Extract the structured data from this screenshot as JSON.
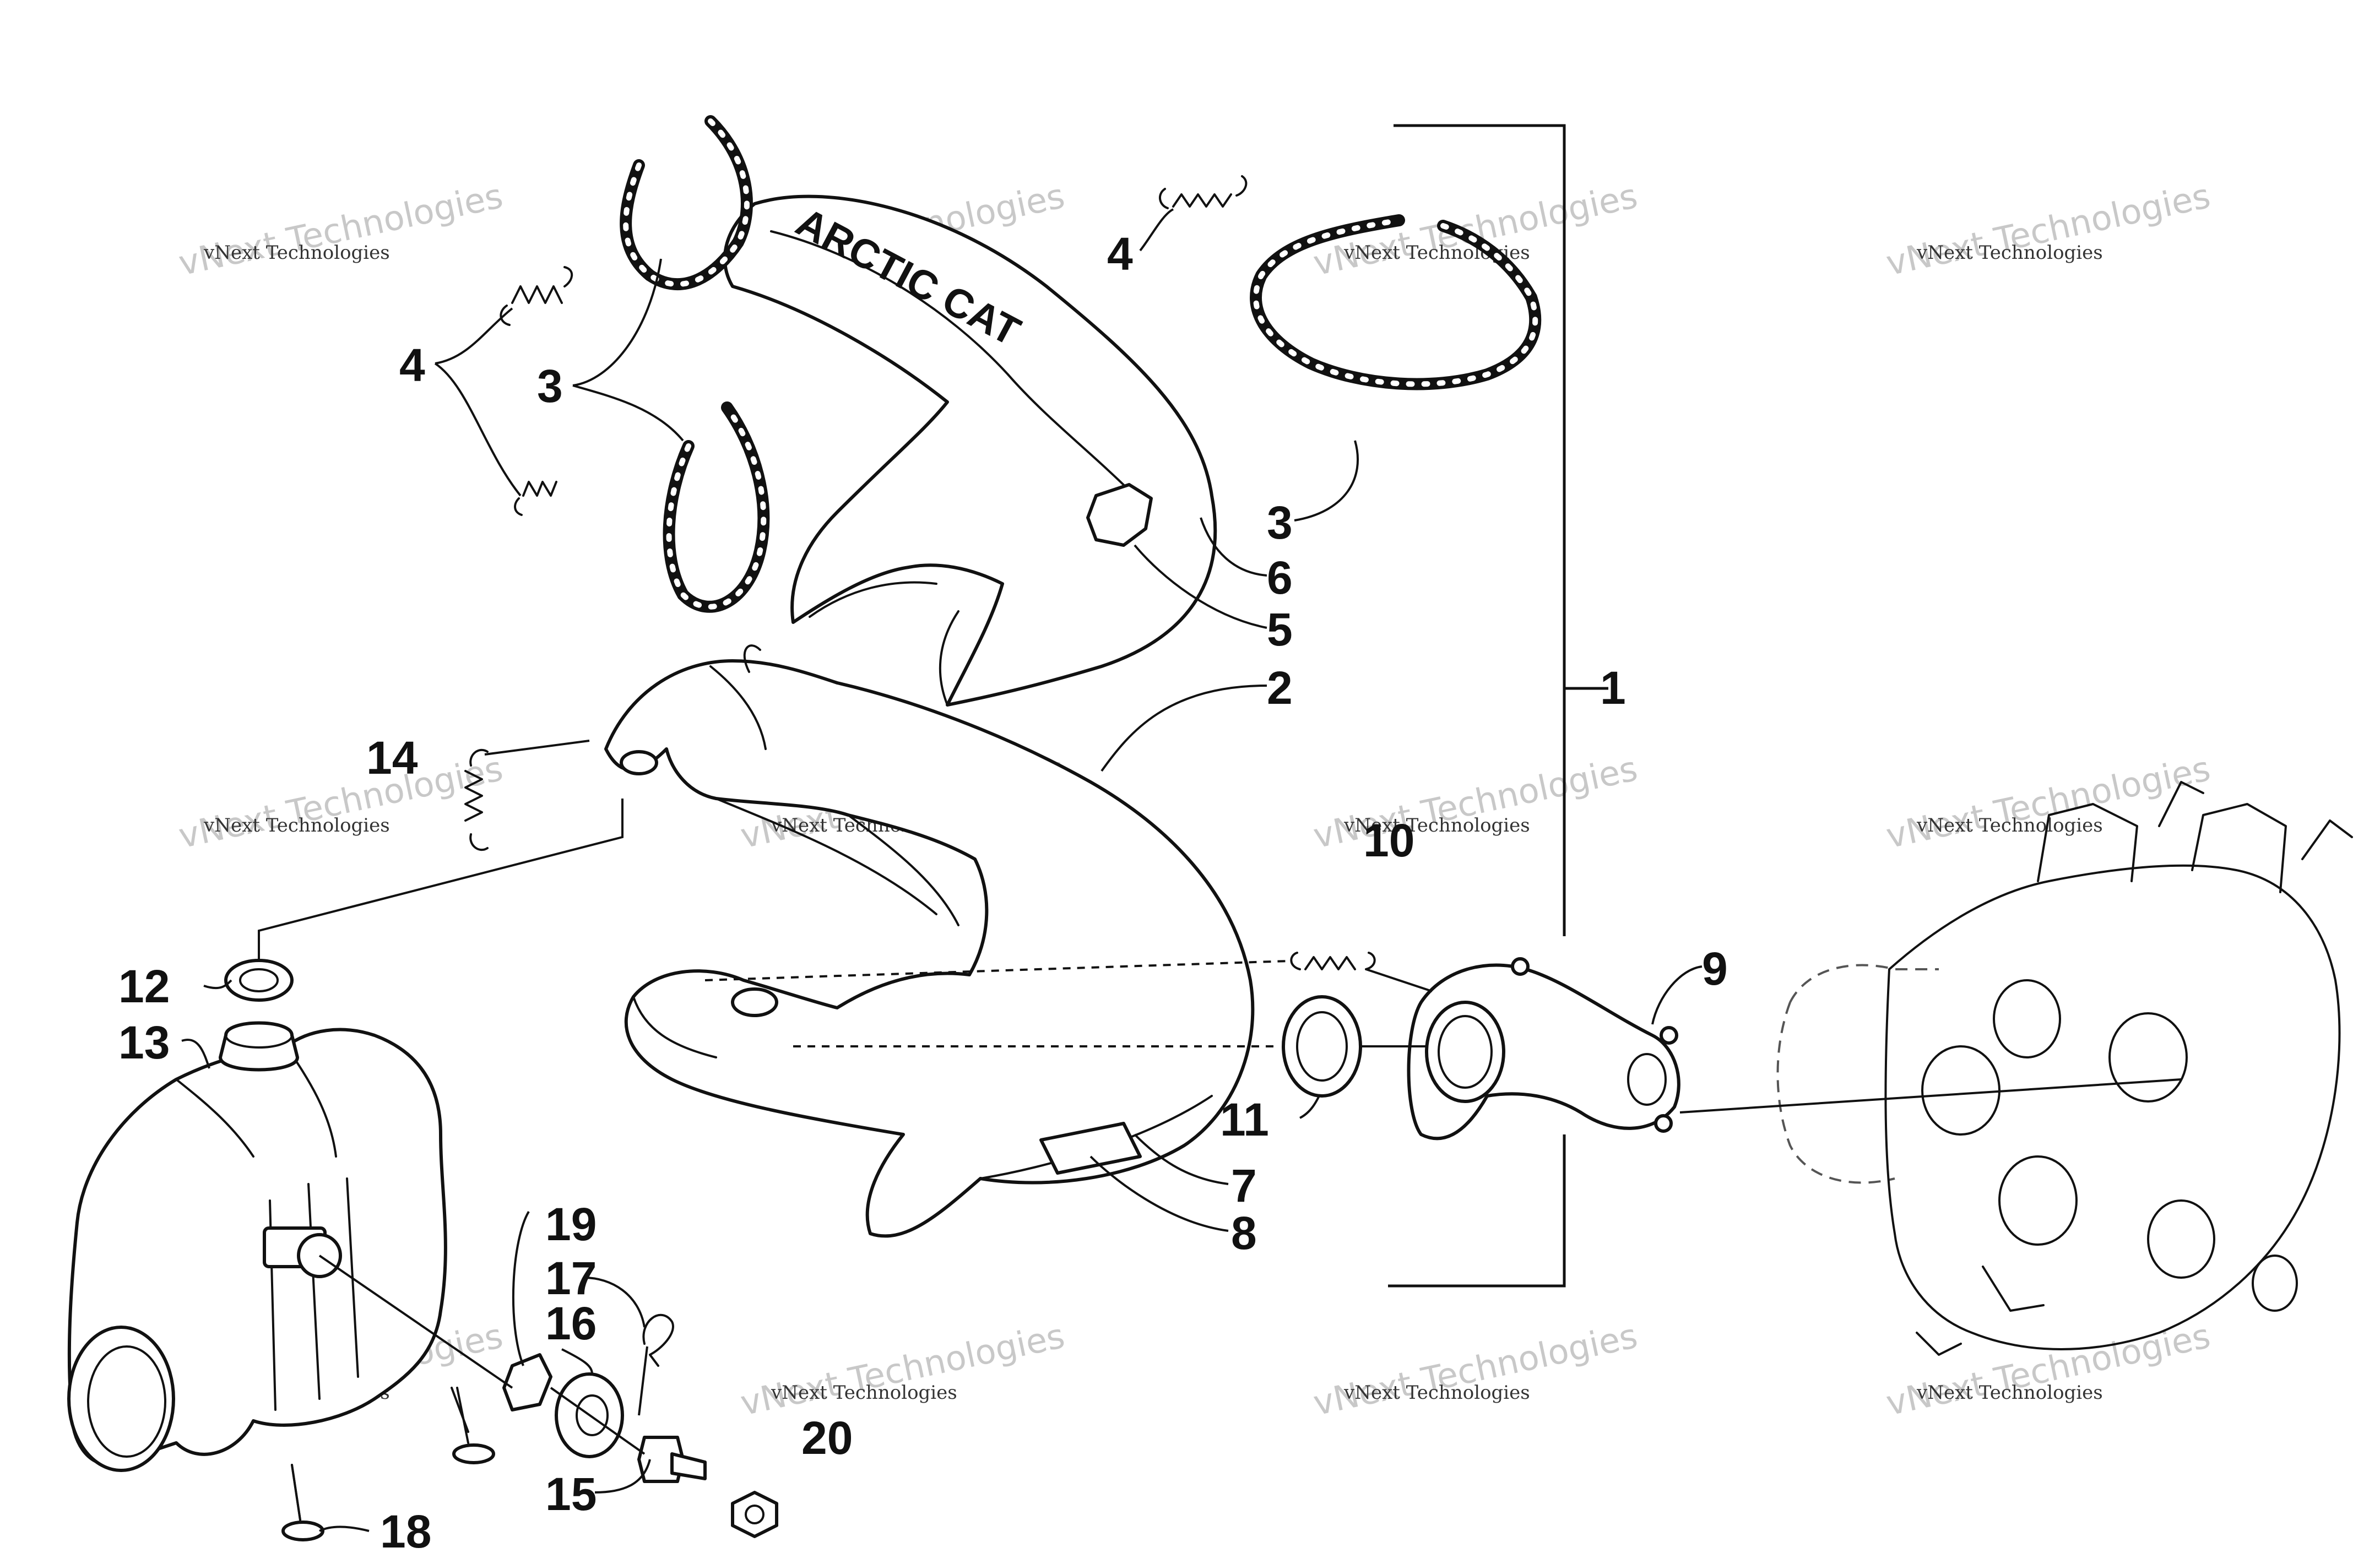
{
  "callouts": {
    "c1": "1",
    "c2": "2",
    "c3a": "3",
    "c3b": "3",
    "c4a": "4",
    "c4b": "4",
    "c5": "5",
    "c6": "6",
    "c7": "7",
    "c8": "8",
    "c9": "9",
    "c10": "10",
    "c11": "11",
    "c12": "12",
    "c13": "13",
    "c14": "14",
    "c15": "15",
    "c16": "16",
    "c17": "17",
    "c18": "18",
    "c19": "19",
    "c20": "20"
  },
  "brand_mark": "ARCTIC CAT",
  "watermark": {
    "small": "vNext Technologies",
    "large": "vNext Technologies"
  },
  "colors": {
    "ink": "#111111",
    "watermark": "#c8c8c8",
    "paper": "#ffffff"
  }
}
